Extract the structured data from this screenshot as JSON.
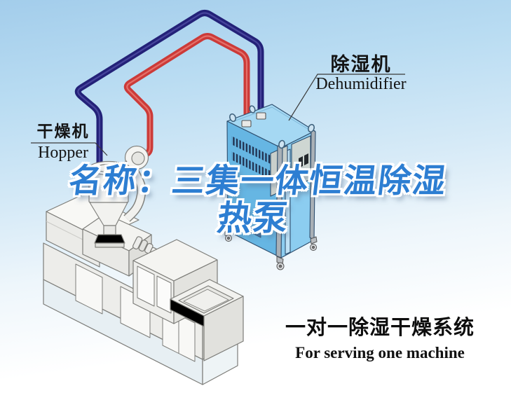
{
  "watermark": {
    "line1": "名称：三集一体恒温除湿",
    "line2": "热泵",
    "text_color": "#2d7ed2",
    "outline_color": "#ffffff"
  },
  "labels": {
    "dryer": {
      "zh": "干燥机",
      "en": "Hopper"
    },
    "dehumidifier": {
      "zh": "除湿机",
      "en": "Dehumidifier"
    }
  },
  "caption": {
    "zh": "一对一除湿干燥系统",
    "en": "For serving one machine"
  },
  "colors": {
    "sky_top": "#a3cdeb",
    "sky_bottom": "#ffffff",
    "pipe_red": "#cc3a38",
    "pipe_navy": "#232178",
    "cabinet_front": "#66b6e3",
    "cabinet_side": "#8ccdf0",
    "cabinet_top": "#a5d8f3",
    "cabinet_pillar": "#a9b0b6",
    "vent_slats": "#20304e",
    "machine_body": "#f1f1ee",
    "machine_base": "#e7eff3",
    "label_text": "#141414"
  }
}
